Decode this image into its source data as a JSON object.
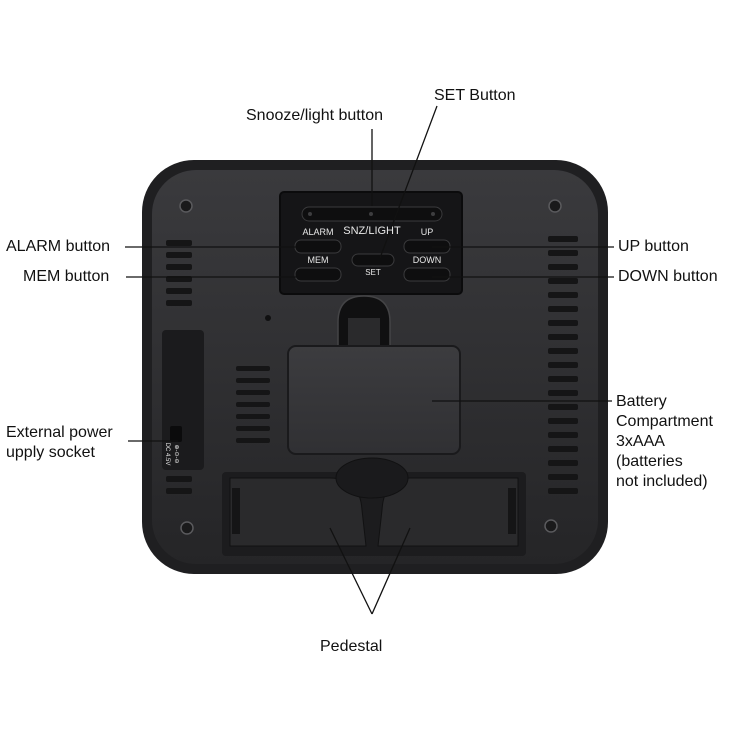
{
  "callouts": {
    "snooze_light": "Snooze/light button",
    "set": "SET Button",
    "alarm": "ALARM button",
    "mem": "MEM button",
    "up": "UP button",
    "down": "DOWN button",
    "battery": [
      "Battery",
      "Compartment",
      "3xAAA",
      "(batteries",
      "not included)"
    ],
    "power": [
      "External power",
      "upply socket"
    ],
    "pedestal": "Pedestal"
  },
  "device_labels": {
    "alarm": "ALARM",
    "snz_light": "SNZ/LIGHT",
    "up": "UP",
    "mem": "MEM",
    "set": "SET",
    "down": "DOWN",
    "dc_top": "DC 4.5V",
    "dc_bottom": "⊕-⊙-⊖"
  },
  "colors": {
    "body": "#2b2b2d",
    "panel": "#1a1a1c",
    "button": "#0f0f10",
    "label_line": "#111111"
  }
}
